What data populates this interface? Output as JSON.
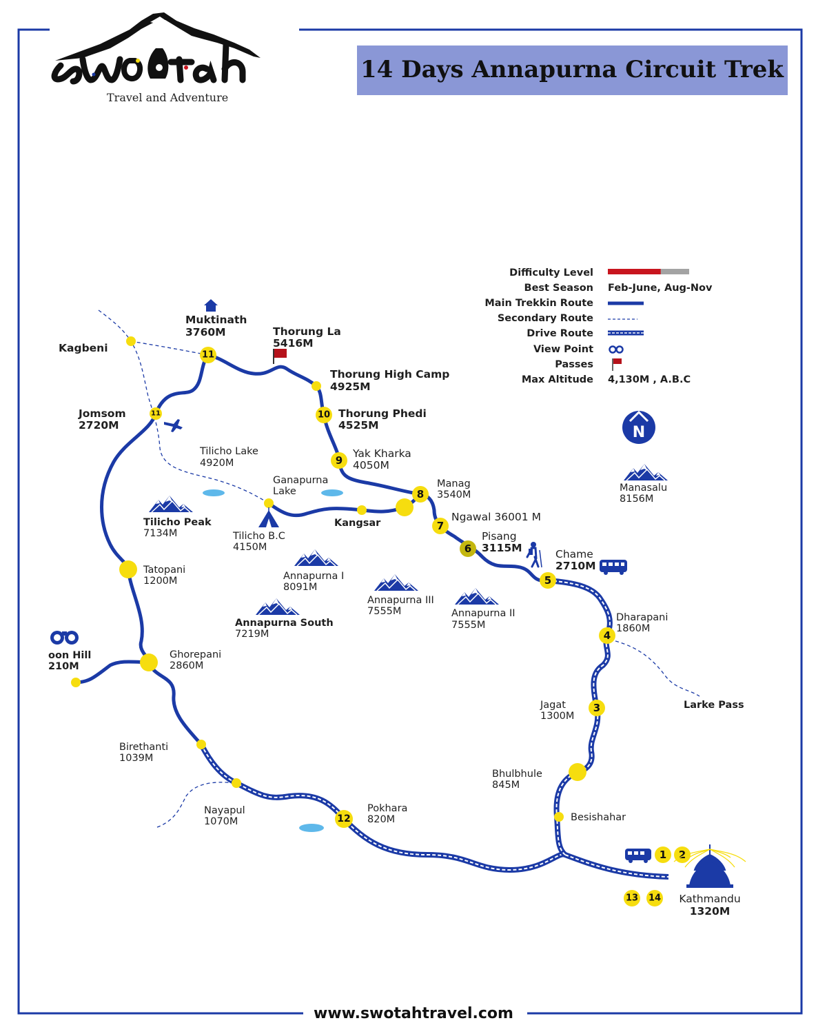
{
  "title": "14 Days Annapurna Circuit Trek",
  "brand": {
    "name": "swotah",
    "tagline": "Travel and Adventure",
    "website": "www.swotahtravel.com"
  },
  "colors": {
    "route": "#1b3aa6",
    "stop": "#f6dd0f",
    "title_box": "#8a97d6",
    "frame": "#1b3aa6",
    "pass_flag": "#b5121b",
    "difficulty_fill": "#c8151e",
    "difficulty_rest": "#a3a3a3"
  },
  "legend": {
    "difficulty_label": "Difficulty Level",
    "difficulty_level": 0.65,
    "best_season_label": "Best Season",
    "best_season_value": "Feb-June, Aug-Nov",
    "main_route_label": "Main Trekkin Route",
    "secondary_route_label": "Secondary Route",
    "drive_route_label": "Drive Route",
    "view_point_label": "View Point",
    "passes_label": "Passes",
    "max_altitude_label": "Max Altitude",
    "max_altitude_value": "4,130M , A.B.C"
  },
  "compass": {
    "letter": "N",
    "icon": "north-arrow-icon"
  },
  "places": {
    "muktinath": {
      "name": "Muktinath",
      "alt": "3760M",
      "icon": "temple-icon"
    },
    "thorung_la": {
      "name": "Thorung La",
      "alt": "5416M",
      "icon": "pass-flag-icon"
    },
    "kagbeni": {
      "name": "Kagbeni"
    },
    "thorung_high_camp": {
      "name": "Thorung High Camp",
      "alt": "4925M"
    },
    "jomsom": {
      "name": "Jomsom",
      "alt": "2720M",
      "icon": "airplane-icon"
    },
    "thorung_phedi": {
      "name": "Thorung Phedi",
      "alt": "4525M"
    },
    "tilicho_lake": {
      "name": "Tilicho Lake",
      "alt": "4920M"
    },
    "yak_kharka": {
      "name": "Yak Kharka",
      "alt": "4050M"
    },
    "ganapurna_lake": {
      "name": "Ganapurna",
      "name2": "Lake"
    },
    "manag": {
      "name": "Manag",
      "alt": "3540M"
    },
    "manasalu": {
      "name": "Manasalu",
      "alt": "8156M",
      "icon": "mountain-icon"
    },
    "tilicho_peak": {
      "name": "Tilicho Peak",
      "alt": "7134M",
      "icon": "mountain-icon"
    },
    "kangsar": {
      "name": "Kangsar"
    },
    "ngawal": {
      "name": "Ngawal 36001 M"
    },
    "tilicho_bc": {
      "name": "Tilicho B.C",
      "alt": "4150M",
      "icon": "tent-icon"
    },
    "pisang": {
      "name": "Pisang",
      "alt": "3115M",
      "icon": "hiker-icon"
    },
    "annapurna_1": {
      "name": "Annapurna I",
      "alt": "8091M",
      "icon": "mountain-icon"
    },
    "chame": {
      "name": "Chame",
      "alt": "2710M",
      "icon": "bus-icon"
    },
    "tatopani": {
      "name": "Tatopani",
      "alt": "1200M"
    },
    "annapurna_3": {
      "name": "Annapurna III",
      "alt": "7555M",
      "icon": "mountain-icon"
    },
    "annapurna_2": {
      "name": "Annapurna II",
      "alt": "7555M",
      "icon": "mountain-icon"
    },
    "annapurna_south": {
      "name": "Annapurna South",
      "alt": "7219M",
      "icon": "mountain-icon"
    },
    "dharapani": {
      "name": "Dharapani",
      "alt": "1860M"
    },
    "poon_hill": {
      "name": "oon Hill",
      "alt": "210M",
      "icon": "binoculars-icon"
    },
    "ghorepani": {
      "name": "Ghorepani",
      "alt": "2860M"
    },
    "jagat": {
      "name": "Jagat",
      "alt": "1300M"
    },
    "larke_pass": {
      "name": "Larke Pass"
    },
    "birethanti": {
      "name": "Birethanti",
      "alt": "1039M"
    },
    "bhulbhule": {
      "name": "Bhulbhule",
      "alt": "845M"
    },
    "nayapul": {
      "name": "Nayapul",
      "alt": "1070M"
    },
    "pokhara": {
      "name": "Pokhara",
      "alt": "820M"
    },
    "besishahar": {
      "name": "Besishahar"
    },
    "kathmandu": {
      "name": "Kathmandu",
      "alt": "1320M",
      "icon": "stupa-icon"
    }
  },
  "day_markers": {
    "d11_muktinath": "11",
    "d11_jomsom": "11",
    "d10": "10",
    "d9": "9",
    "d8": "8",
    "d7": "7",
    "d6": "6",
    "d5": "5",
    "d4": "4",
    "d3": "3",
    "d12": "12",
    "d1": "1",
    "d2": "2",
    "d13": "13",
    "d14": "14"
  }
}
